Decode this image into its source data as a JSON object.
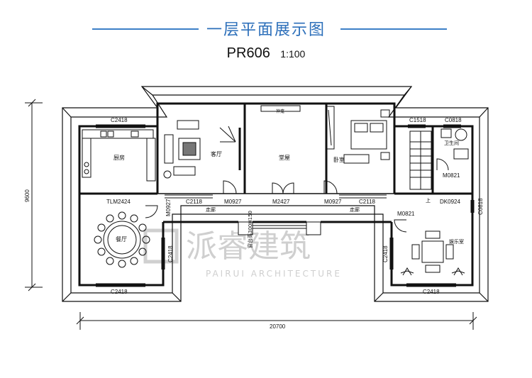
{
  "title": "一层平面展示图",
  "plan_code": "PR606",
  "scale": "1:100",
  "colors": {
    "accent": "#3c7fc7",
    "wall": "#111111",
    "watermark": "#cfcfcf"
  },
  "rooms": {
    "kitchen": "厨房",
    "dining": "餐厅",
    "living": "客厅",
    "hall": "堂屋",
    "bedroom": "卧室",
    "bathroom": "卫生间",
    "recreation": "娱乐室",
    "corridor_left": "走廊",
    "corridor_right": "走廊",
    "shrine": "神龛",
    "stair_up": "上"
  },
  "labels": {
    "c2418_kitchen": "C2418",
    "tlm2424": "TLM2424",
    "m0927_left_vertical": "M0927",
    "c2118_left": "C2118",
    "m0927_left": "M0927",
    "m2427": "M2427",
    "m0927_right": "M0927",
    "c2118_right": "C2118",
    "c1518": "C1518",
    "c0818_top": "C0818",
    "m0821_bath": "M0821",
    "dk0924": "DK0924",
    "c0818_right": "C0818",
    "m0821_corridor": "M0821",
    "c2418_dining_right": "C2418",
    "c2418_dining_bottom": "C2418",
    "c2418_rec_left": "C2418",
    "c2418_rec_bottom": "C2418",
    "porch_window": "窗台高300H150"
  },
  "dimensions": {
    "width": "20700",
    "height": "9600"
  },
  "watermark": {
    "cn": "派睿建筑",
    "en": "PAIRUI ARCHITECTURE"
  }
}
